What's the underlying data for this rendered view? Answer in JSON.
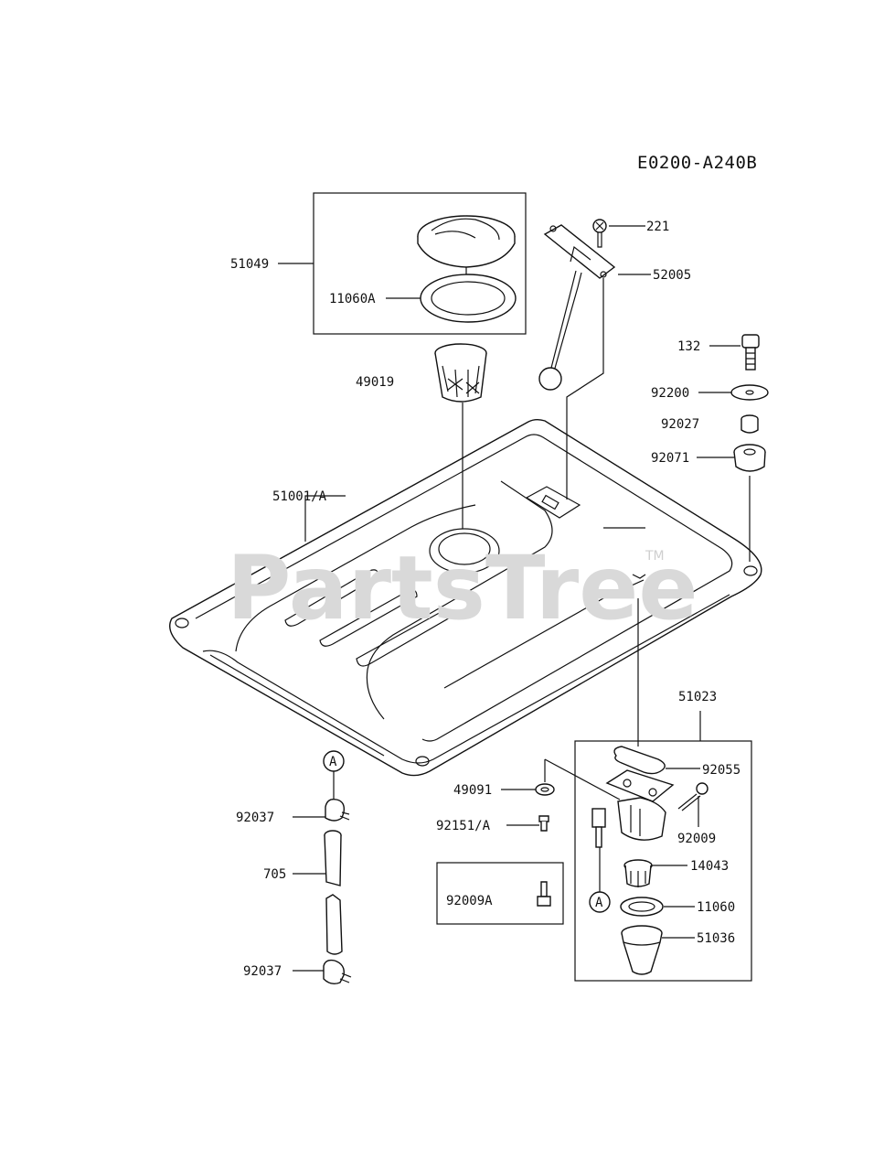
{
  "diagram_code": "E0200-A240B",
  "watermark": {
    "text": "PartsTree",
    "tm": "TM"
  },
  "parts": [
    {
      "id": "p221",
      "label": "221"
    },
    {
      "id": "p52005",
      "label": "52005"
    },
    {
      "id": "p51049",
      "label": "51049"
    },
    {
      "id": "p11060a",
      "label": "11060A"
    },
    {
      "id": "p49019",
      "label": "49019"
    },
    {
      "id": "p132",
      "label": "132"
    },
    {
      "id": "p92200",
      "label": "92200"
    },
    {
      "id": "p92027",
      "label": "92027"
    },
    {
      "id": "p92071",
      "label": "92071"
    },
    {
      "id": "p51001a",
      "label": "51001/A"
    },
    {
      "id": "p51023",
      "label": "51023"
    },
    {
      "id": "p92055",
      "label": "92055"
    },
    {
      "id": "p49091",
      "label": "49091"
    },
    {
      "id": "p92009",
      "label": "92009"
    },
    {
      "id": "p92151a",
      "label": "92151/A"
    },
    {
      "id": "p14043",
      "label": "14043"
    },
    {
      "id": "p92009a",
      "label": "92009A"
    },
    {
      "id": "p11060",
      "label": "11060"
    },
    {
      "id": "p51036",
      "label": "51036"
    },
    {
      "id": "p92037a",
      "label": "92037"
    },
    {
      "id": "p705",
      "label": "705"
    },
    {
      "id": "p92037b",
      "label": "92037"
    }
  ],
  "callouts": {
    "a1": "A",
    "a2": "A"
  }
}
